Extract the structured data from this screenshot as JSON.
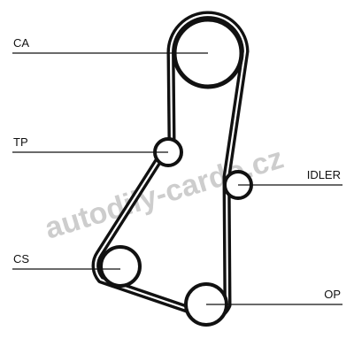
{
  "components": [
    {
      "id": "ca",
      "label": "CA"
    },
    {
      "id": "tp",
      "label": "TP"
    },
    {
      "id": "idler",
      "label": "IDLER"
    },
    {
      "id": "cs",
      "label": "CS"
    },
    {
      "id": "op",
      "label": "OP"
    }
  ],
  "watermark": "autodily-cardo.cz",
  "colors": {
    "belt": "#111111",
    "watermark": "#c8c8c8",
    "background": "#ffffff"
  }
}
